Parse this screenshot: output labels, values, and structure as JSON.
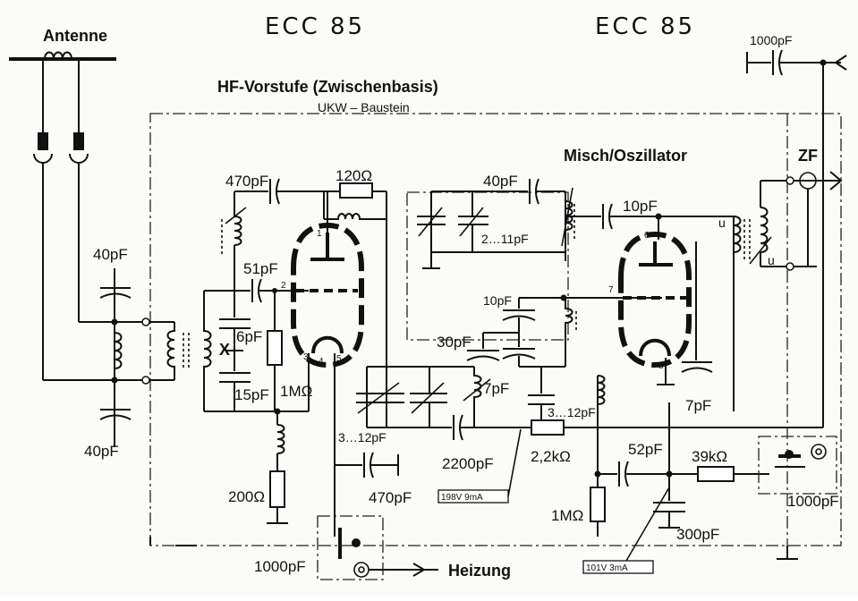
{
  "labels": {
    "antenna": "Antenne",
    "tube_left": "ECC 85",
    "tube_right": "ECC 85",
    "stage_title": "HF-Vorstufe (Zwischenbasis)",
    "module": "UKW – Baustein",
    "mixer": "Misch/Oszillator",
    "if_out": "ZF",
    "heater": "Heizung",
    "x_mark": "X"
  },
  "components": {
    "c_470pf_top": "470pF",
    "r_120": "120Ω",
    "c_40pf_osc": "40pF",
    "c_10pf_top": "10pF",
    "c_1000pf_top": "1000pF",
    "c_40pf_upper": "40pF",
    "c_40pf_lower": "40pF",
    "c_51pf": "51pF",
    "c_6pf": "6pF",
    "c_15pf": "15pF",
    "r_1m_left": "1MΩ",
    "c_2_11pf": "2…11pF",
    "c_10pf_mid": "10pF",
    "c_30pf": "30pF",
    "c_7pf_left": "7pF",
    "c_3_12pf_left": "3…12pF",
    "c_3_12pf_right": "3…12pF",
    "c_2200pf": "2200pF",
    "r_2k2": "2,2kΩ",
    "c_52pf": "52pF",
    "r_39k": "39kΩ",
    "c_7pf_right": "7pF",
    "r_200": "200Ω",
    "c_470pf_bottom": "470pF",
    "r_1m_right": "1MΩ",
    "c_300pf": "300pF",
    "c_1000pf_bottom_left": "1000pF",
    "c_1000pf_bottom_right": "1000pF"
  },
  "operating_points": {
    "op_198v": "198V 9mA",
    "op_101v": "101V 3mA"
  },
  "pins": {
    "p1": "1",
    "p2": "2",
    "p3": "3",
    "p4": "4",
    "p5": "5",
    "p6": "6",
    "p7": "7",
    "p8": "8"
  },
  "marks": {
    "u1": "u",
    "u2": "u"
  }
}
